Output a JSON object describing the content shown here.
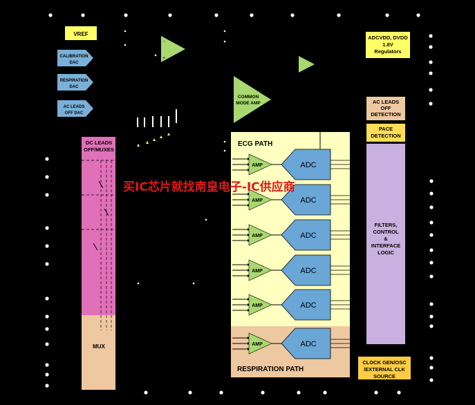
{
  "diagram": {
    "blocks": {
      "vref": "VREF",
      "calibration_dac": [
        "CALIBRATION",
        "DAC"
      ],
      "respiration_dac": [
        "RESPIRATION",
        "DAC"
      ],
      "ac_leads_off_dac": [
        "AC LEADS",
        "OFF DAC"
      ],
      "common_mode_amp": [
        "COMMON",
        "MODE AMP"
      ],
      "regulators": [
        "ADCVDD, DVDD",
        "1.8V",
        "Regulators"
      ],
      "ac_leads_off_detection": [
        "AC LEADS",
        "OFF",
        "DETECTION"
      ],
      "pace_detection": [
        "PACE",
        "DETECTION"
      ],
      "filters": [
        "FILTERS,",
        "CONTROL",
        "&",
        "INTERFACE",
        "LOGIC"
      ],
      "clock": [
        "CLOCK GEN/OSC",
        "/EXTERNAL CLK",
        "SOURCE"
      ],
      "dc_leads_off": [
        "DC LEADS",
        "OFF/MUXES"
      ],
      "mux": "MUX",
      "ecg_path": "ECG PATH",
      "respiration_path": "RESPIRATION PATH",
      "amp": "AMP",
      "adc": "ADC"
    },
    "watermark": "买IC芯片就找南皇电子-IC供应商",
    "colors": {
      "background": "#000000",
      "yellow": "#ffff66",
      "light_yellow": "#ffffc0",
      "blue_dac": "#7ab0d8",
      "adc_blue": "#6aa6d6",
      "green": "#a8d870",
      "pink": "#e070b8",
      "peach": "#eec8a0",
      "lavender": "#c8b0e0",
      "watermark": "#e01818"
    }
  }
}
